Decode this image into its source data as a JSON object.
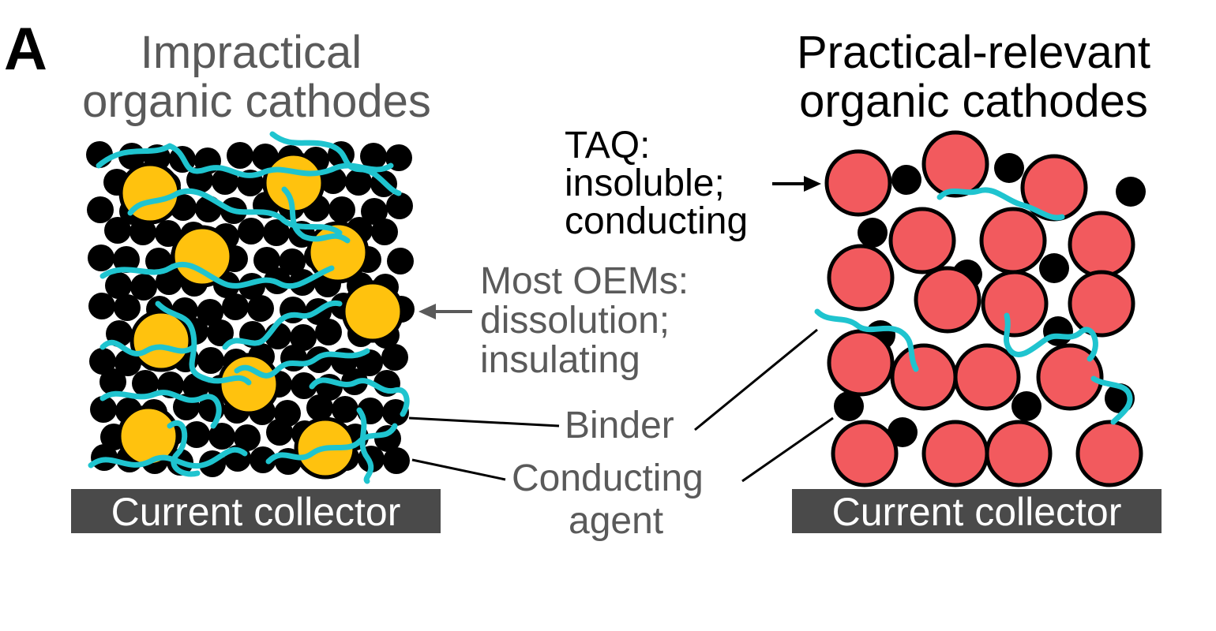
{
  "panel_label": "A",
  "left": {
    "title_line1": "Impractical",
    "title_line2": "organic cathodes",
    "collector": "Current collector"
  },
  "right": {
    "title_line1": "Practical-relevant",
    "title_line2": "organic cathodes",
    "collector": "Current collector"
  },
  "annotations": {
    "taq": [
      "TAQ:",
      "insoluble;",
      "conducting"
    ],
    "oems": [
      "Most OEMs:",
      "dissolution;",
      "insulating"
    ],
    "binder": "Binder",
    "conducting_agent": [
      "Conducting",
      "agent"
    ]
  },
  "colors": {
    "active_yellow": "#FFC20E",
    "active_red": "#F25A5E",
    "binder": "#1FC4CF",
    "conducting_agent": "#000000",
    "collector": "#4a4a4a",
    "gray_text": "#5a5a5a"
  }
}
